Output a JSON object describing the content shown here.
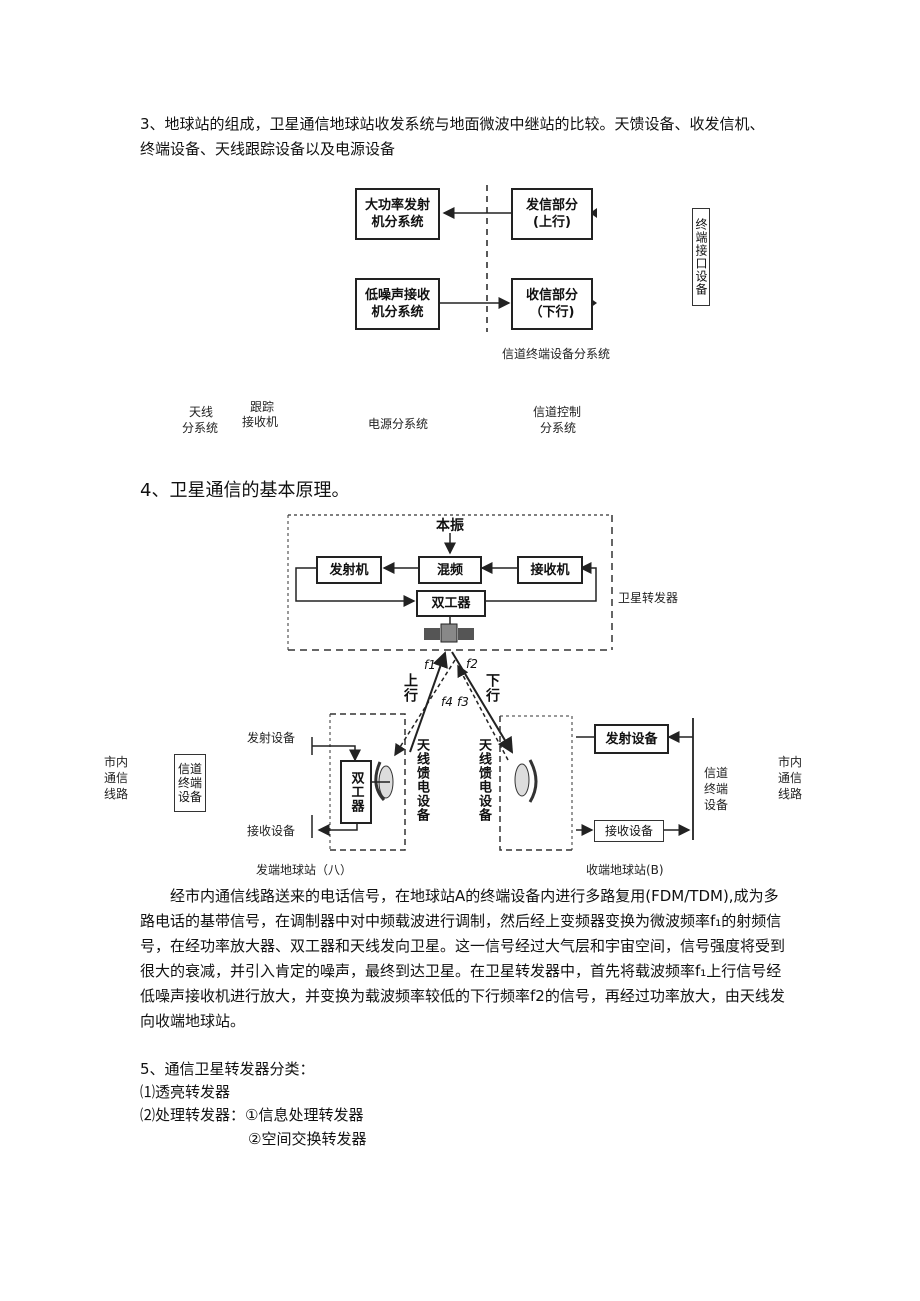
{
  "section3": {
    "heading_line1": "3、地球站的组成，卫星通信地球站收发系统与地面微波中继站的比较。天馈设备、收发信机、",
    "heading_line2": "终端设备、天线跟踪设备以及电源设备",
    "diagram": {
      "box_hpa": "大功率发射\n机分系统",
      "box_tx": "发信部分\n(上行)",
      "box_lna": "低噪声接收\n机分系统",
      "box_rx": "收信部分\n（下行)",
      "terminal_iface": "终端接口设备",
      "channel_terminal": "信道终端设备分系统",
      "antenna_line1": "天线",
      "antenna_line2": "分系统",
      "tracking_line1": "跟踪",
      "tracking_line2": "接收机",
      "power": "电源分系统",
      "control_line1": "信道控制",
      "control_line2": "分系统"
    }
  },
  "section4": {
    "heading": "4、卫星通信的基本原理。",
    "diagram": {
      "lo": "本振",
      "transmitter": "发射机",
      "mixer": "混频",
      "receiver": "接收机",
      "duplexer": "双工器",
      "sat_transponder": "卫星转发器",
      "f1": "f1",
      "f2": "f2",
      "f3": "f3",
      "f4": "f4",
      "uplink": "上行",
      "downlink": "下行",
      "tx_equipment_left": "发射设备",
      "rx_equipment_left": "接收设备",
      "duplexer_left": "双工器",
      "feed_left": "天线馈电设备",
      "feed_right": "天线馈电设备",
      "tx_equipment_right": "发射设备",
      "rx_equipment_right": "接收设备",
      "city_left": "市内通信线路",
      "channel_term_left": "信道终端设备",
      "channel_term_right": "信道终端设备",
      "city_right": "市内通信线路",
      "station_a": "发端地球站（八）",
      "station_b": "收端地球站(B)"
    },
    "paragraph": "经市内通信线路送来的电话信号，在地球站A的终端设备内进行多路复用(FDM/TDM),成为多路电话的基带信号，在调制器中对中频载波进行调制，然后经上变频器变换为微波频率f₁的射频信号，在经功率放大器、双工器和天线发向卫星。这一信号经过大气层和宇宙空间，信号强度将受到很大的衰减，并引入肯定的噪声，最终到达卫星。在卫星转发器中，首先将载波频率f₁上行信号经低噪声接收机进行放大，并变换为载波频率较低的下行频率f2的信号，再经过功率放大，由天线发向收端地球站。"
  },
  "section5": {
    "heading": "5、通信卫星转发器分类：",
    "item1": "⑴透亮转发器",
    "item2": "⑵处理转发器：①信息处理转发器",
    "item2b": "②空间交换转发器"
  }
}
